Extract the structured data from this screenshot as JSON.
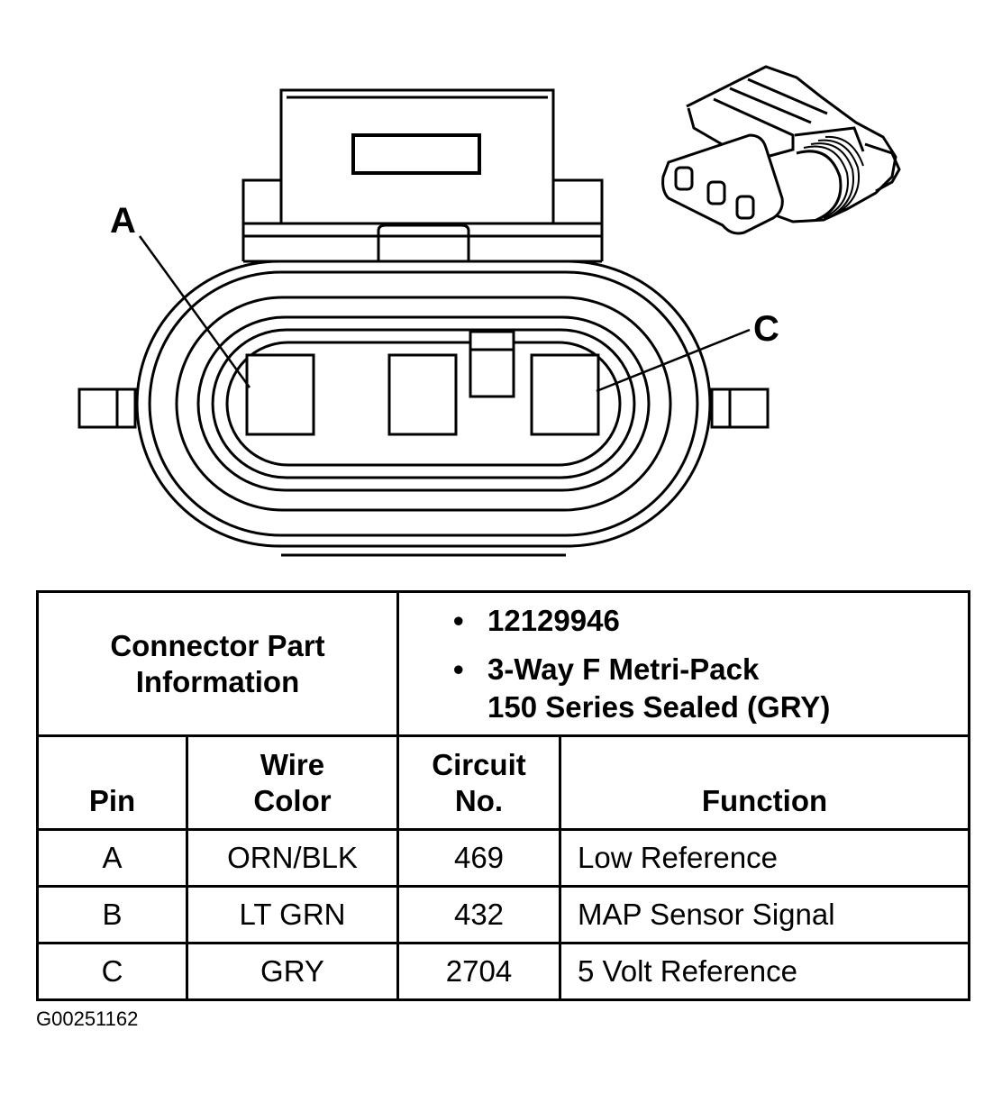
{
  "diagram": {
    "pin_labels": {
      "a": "A",
      "c": "C"
    }
  },
  "info": {
    "label_line1": "Connector Part",
    "label_line2": "Information",
    "bullet": "•",
    "part_number": "12129946",
    "desc_line1": "3-Way F Metri-Pack",
    "desc_line2": "150 Series Sealed (GRY)"
  },
  "table": {
    "headers": {
      "pin": "Pin",
      "wire_line1": "Wire",
      "wire_line2": "Color",
      "circuit_line1": "Circuit",
      "circuit_line2": "No.",
      "function": "Function"
    },
    "rows": [
      {
        "pin": "A",
        "wire": "ORN/BLK",
        "circuit": "469",
        "function": "Low Reference"
      },
      {
        "pin": "B",
        "wire": "LT GRN",
        "circuit": "432",
        "function": "MAP Sensor Signal"
      },
      {
        "pin": "C",
        "wire": "GRY",
        "circuit": "2704",
        "function": "5 Volt Reference"
      }
    ]
  },
  "figure_id": "G00251162"
}
